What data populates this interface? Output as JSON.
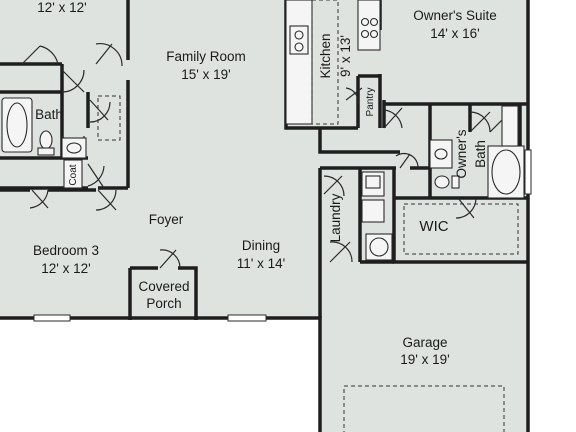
{
  "plan": {
    "colors": {
      "floor": "#dfe3df",
      "wall": "#1e1e1e",
      "background": "#ffffff"
    },
    "rooms": {
      "bedroom2": {
        "dims": "12' x 12'"
      },
      "family_room": {
        "name": "Family Room",
        "dims": "15' x 19'"
      },
      "kitchen": {
        "name": "Kitchen",
        "dims": "9' x 13'"
      },
      "pantry": {
        "name": "Pantry"
      },
      "owners_suite": {
        "name": "Owner's Suite",
        "dims": "14' x 16'"
      },
      "bath": {
        "name": "Bath"
      },
      "coat": {
        "name": "Coat"
      },
      "owners_bath": {
        "name": "Owner's Bath",
        "line1": "Owner's",
        "line2": "Bath"
      },
      "laundry": {
        "name": "Laundry"
      },
      "wic": {
        "name": "WIC"
      },
      "foyer": {
        "name": "Foyer"
      },
      "bedroom3": {
        "name": "Bedroom 3",
        "dims": "12' x 12'"
      },
      "dining": {
        "name": "Dining",
        "dims": "11' x 14'"
      },
      "covered_porch": {
        "name": "Covered Porch",
        "line1": "Covered",
        "line2": "Porch"
      },
      "garage": {
        "name": "Garage",
        "dims": "19' x 19'"
      }
    }
  }
}
